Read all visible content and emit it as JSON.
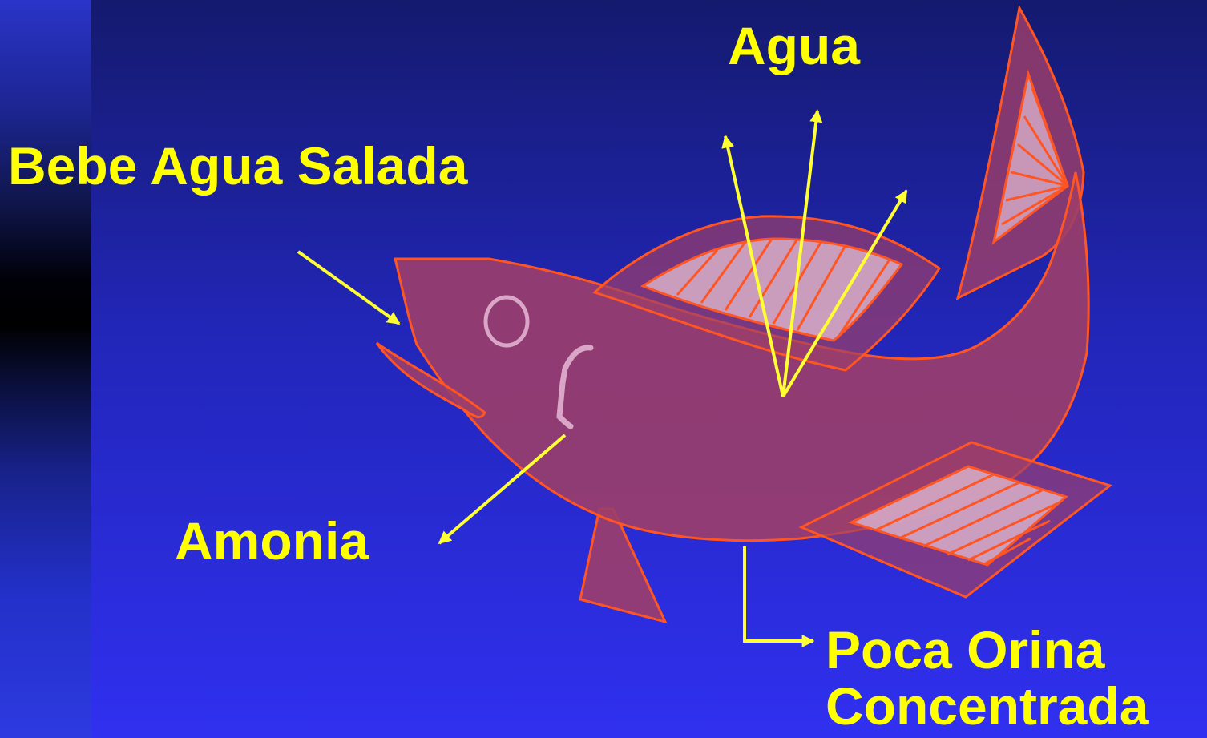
{
  "slide": {
    "background_top": "#141a6e",
    "background_bottom": "#3030f0",
    "sidebar_color": "#000000"
  },
  "labels": {
    "agua": "Agua",
    "bebe": "Bebe Agua Salada",
    "amonia": "Amonia",
    "orina_line1": "Poca Orina",
    "orina_line2": "Concentrada"
  },
  "colors": {
    "label_text": "#ffff00",
    "arrow": "#ffff33",
    "fish_fill": "#9c3e6a",
    "fish_outline": "#ff5522",
    "gill_fill": "#d4a8c4",
    "eye_stroke": "#d9a6c8"
  }
}
